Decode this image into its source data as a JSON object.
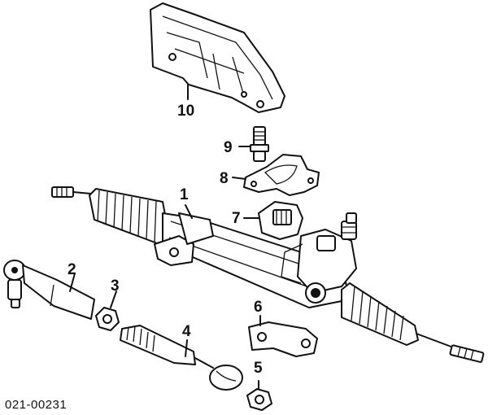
{
  "diagram_code": "021-00231",
  "callouts": [
    {
      "id": "1",
      "label": "1"
    },
    {
      "id": "2",
      "label": "2"
    },
    {
      "id": "3",
      "label": "3"
    },
    {
      "id": "4",
      "label": "4"
    },
    {
      "id": "5",
      "label": "5"
    },
    {
      "id": "6",
      "label": "6"
    },
    {
      "id": "7",
      "label": "7"
    },
    {
      "id": "8",
      "label": "8"
    },
    {
      "id": "9",
      "label": "9"
    },
    {
      "id": "10",
      "label": "10"
    }
  ]
}
